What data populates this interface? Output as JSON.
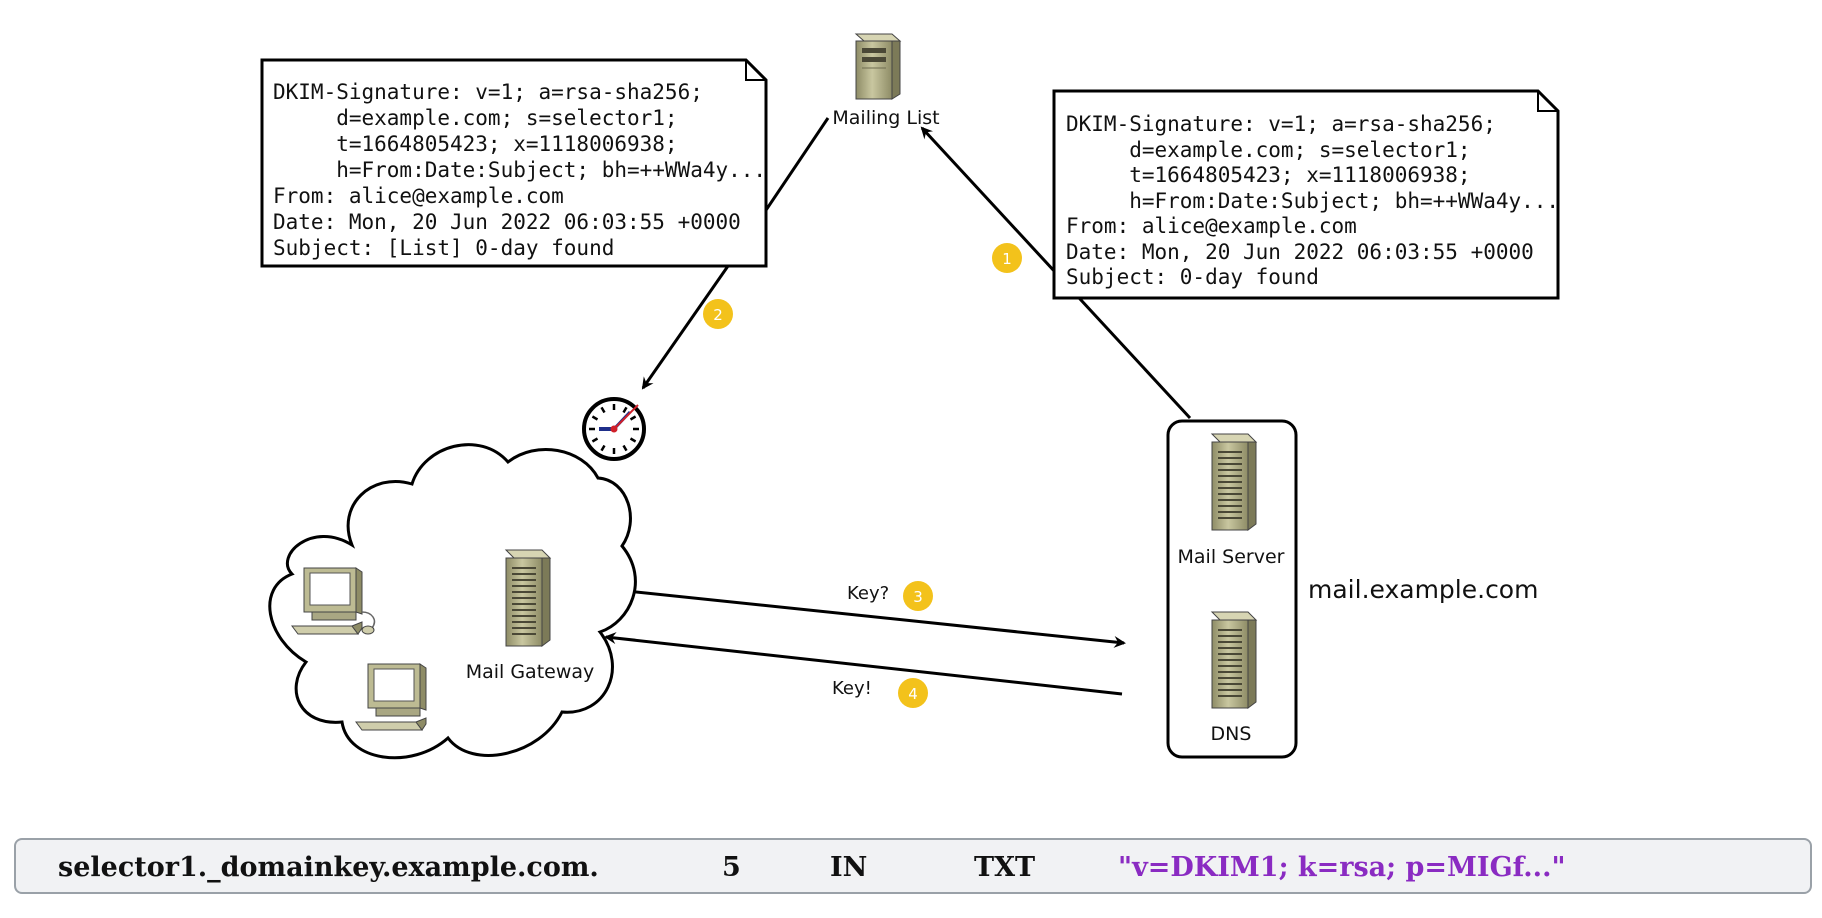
{
  "left_email": {
    "lines": [
      "DKIM-Signature: v=1; a=rsa-sha256;",
      "     d=example.com; s=selector1;",
      "     t=1664805423; x=1118006938;",
      "     h=From:Date:Subject; bh=++WWa4y...",
      "From: alice@example.com",
      "Date: Mon, 20 Jun 2022 06:03:55 +0000"
    ],
    "subject_line": "Subject: [List] 0-day found",
    "subject_color": "#e8141c"
  },
  "right_email": {
    "lines": [
      "DKIM-Signature: v=1; a=rsa-sha256;",
      "     d=example.com; s=selector1;",
      "     t=1664805423; x=1118006938;",
      "     h=From:Date:Subject; bh=++WWa4y...",
      "From: alice@example.com",
      "Date: Mon, 20 Jun 2022 06:03:55 +0000",
      "Subject: 0-day found"
    ]
  },
  "nodes": {
    "mailing_list": "Mailing List",
    "mail_server": "Mail Server",
    "dns": "DNS",
    "mail_gateway": "Mail Gateway",
    "domain": "mail.example.com"
  },
  "steps": [
    "1",
    "2",
    "3",
    "4"
  ],
  "arrows": {
    "key_request": "Key?",
    "key_response": "Key!"
  },
  "dns_record": {
    "name": "selector1._domainkey.example.com.",
    "ttl": "5",
    "class": "IN",
    "type": "TXT",
    "value": "\"v=DKIM1; k=rsa; p=MIGf...\"",
    "value_color": "#8a2bc2"
  },
  "colors": {
    "badge": "#f3c21b",
    "server_body": "#b9b78f",
    "clock_hand": "#1f2f8a",
    "clock_second": "#d0202a"
  }
}
